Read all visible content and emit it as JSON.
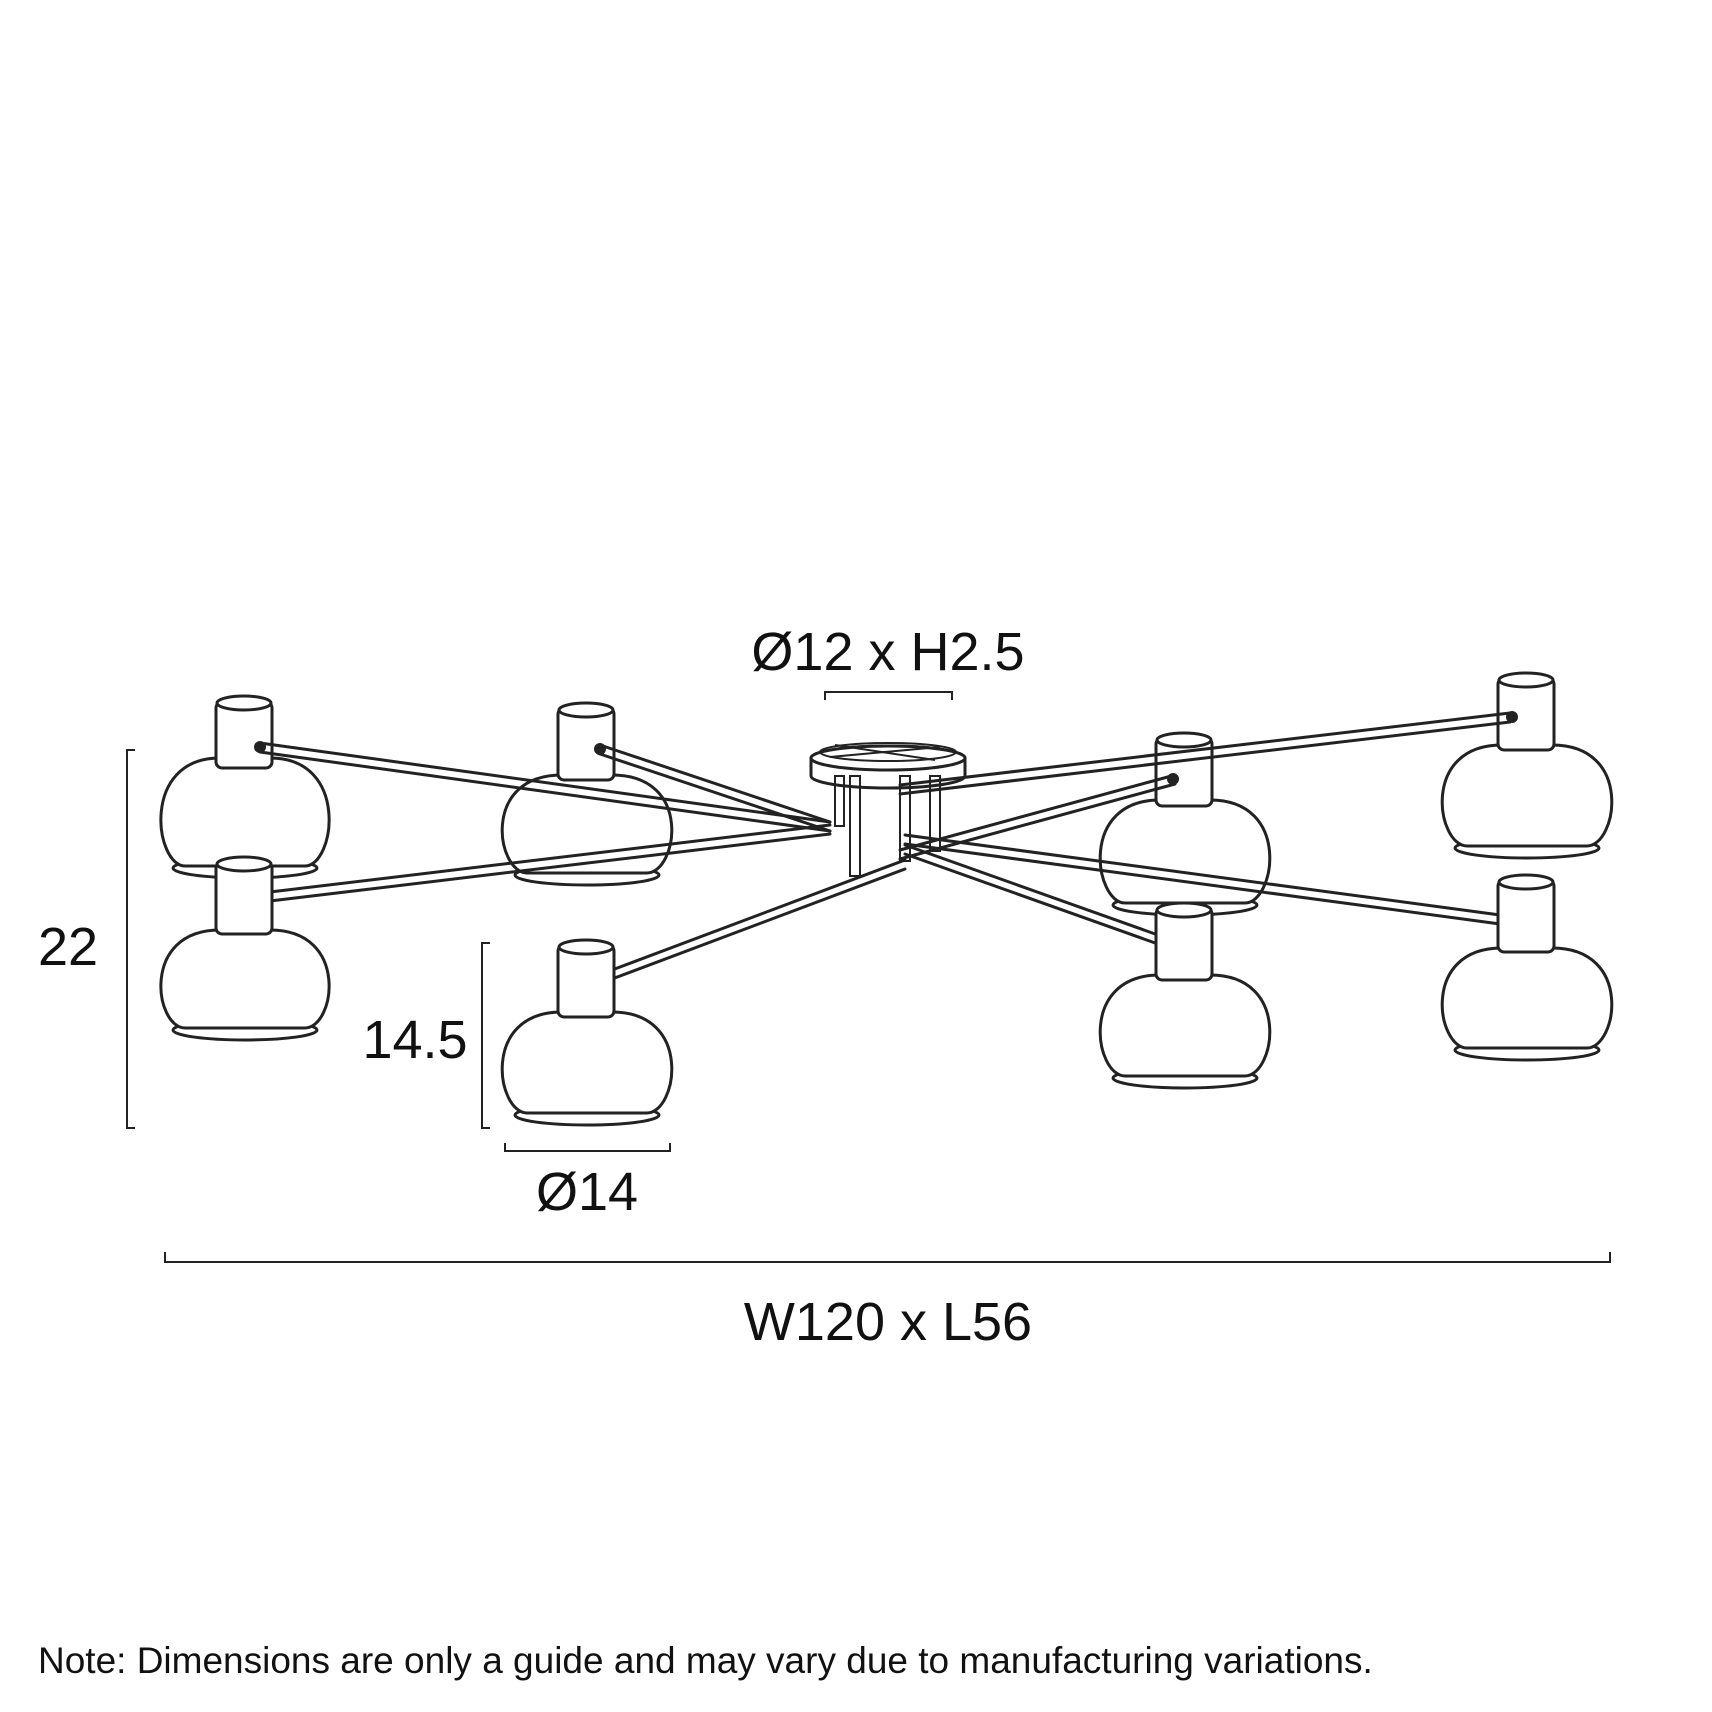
{
  "dimensions": {
    "canopy": "Ø12 x H2.5",
    "overall_height": "22",
    "shade_height": "14.5",
    "shade_diameter": "Ø14",
    "overall_size": "W120 x L56"
  },
  "note": "Note: Dimensions are only a guide and may vary due to manufacturing variations.",
  "colors": {
    "line": "#222222",
    "background": "#ffffff"
  }
}
